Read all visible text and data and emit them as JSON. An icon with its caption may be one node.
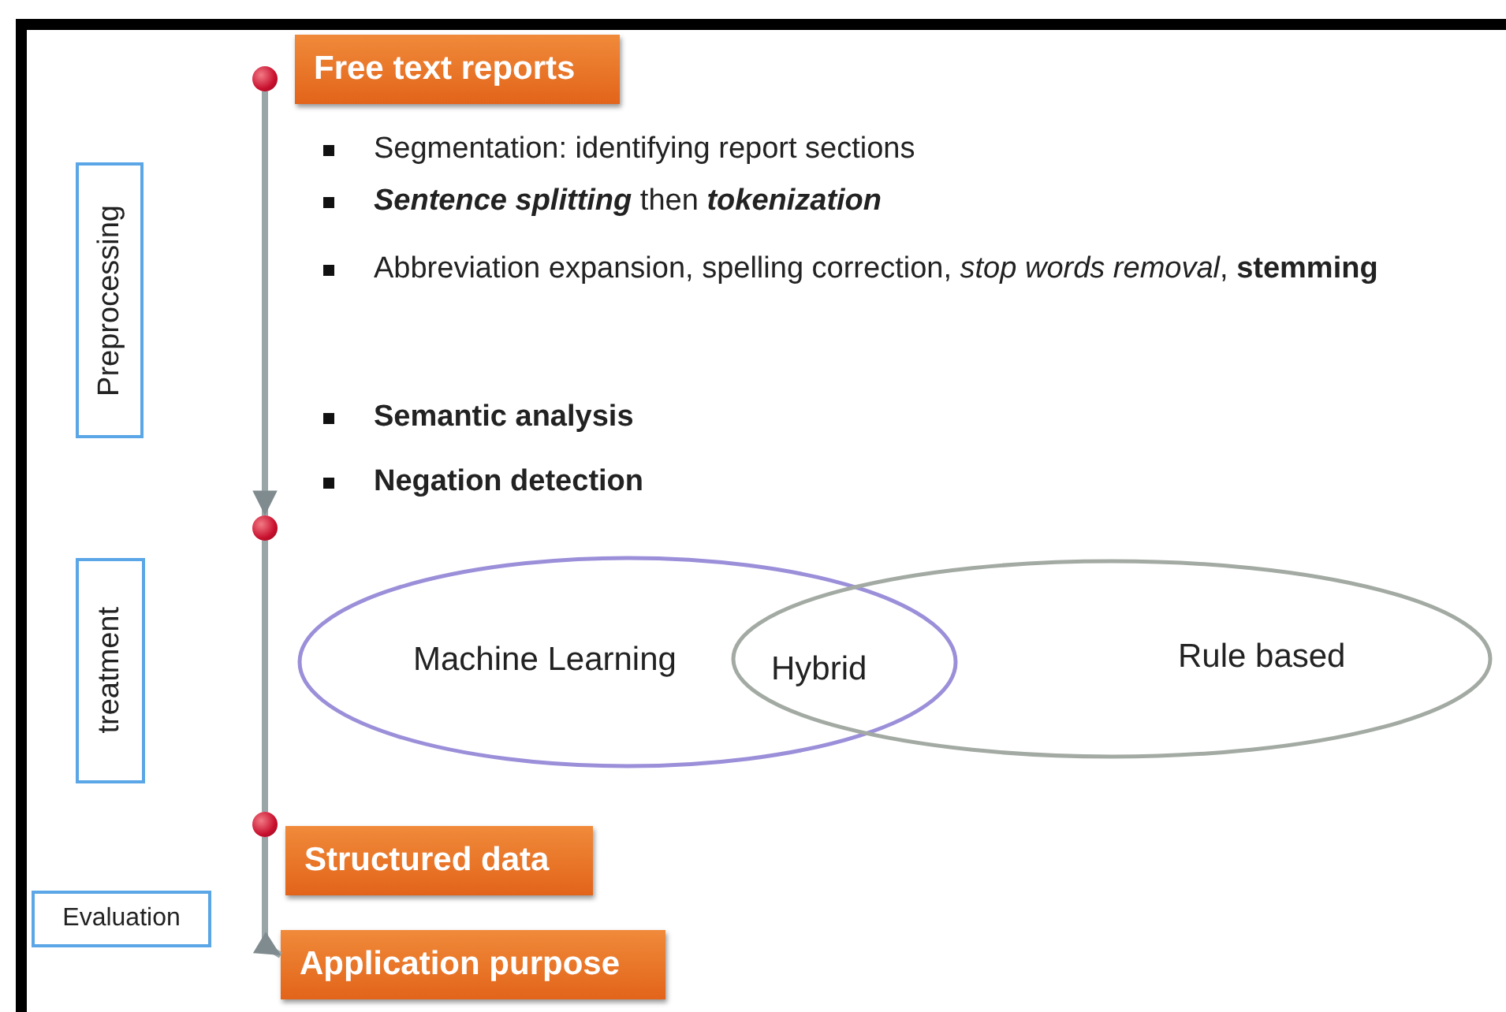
{
  "diagram": {
    "nodes": [
      {
        "text": [],
        "shape": "circle"
      },
      {
        "text": [
          "Free text reports"
        ]
      },
      {
        "text": [
          "Preprocessing"
        ]
      },
      {
        "text": [],
        "shape": "circle"
      },
      {
        "text": [
          "treatment"
        ]
      },
      {
        "text": [
          "Machine Learning"
        ]
      },
      {
        "text": [
          "Rule based"
        ]
      },
      {
        "text": [],
        "shape": "circle"
      },
      {
        "text": [
          "Structured data"
        ]
      },
      {
        "text": [
          "Evaluation"
        ]
      },
      {
        "text": [
          "Application purpose"
        ]
      }
    ],
    "edges": [
      {
        "from": 0,
        "to": 3,
        "arrow": "to"
      },
      {
        "from": 3,
        "to": 7,
        "arrow": "none"
      },
      {
        "from": 7,
        "to": 10,
        "arrow": "to"
      }
    ],
    "labels": [
      "Segmentation: identifying report sections",
      "**Sentence splitting** then **tokenization**",
      "Abbreviation expansion, spelling correction, *stop words removal*, **stemming**",
      "Semantic analysis",
      "Negation detection",
      "Hybrid"
    ]
  }
}
